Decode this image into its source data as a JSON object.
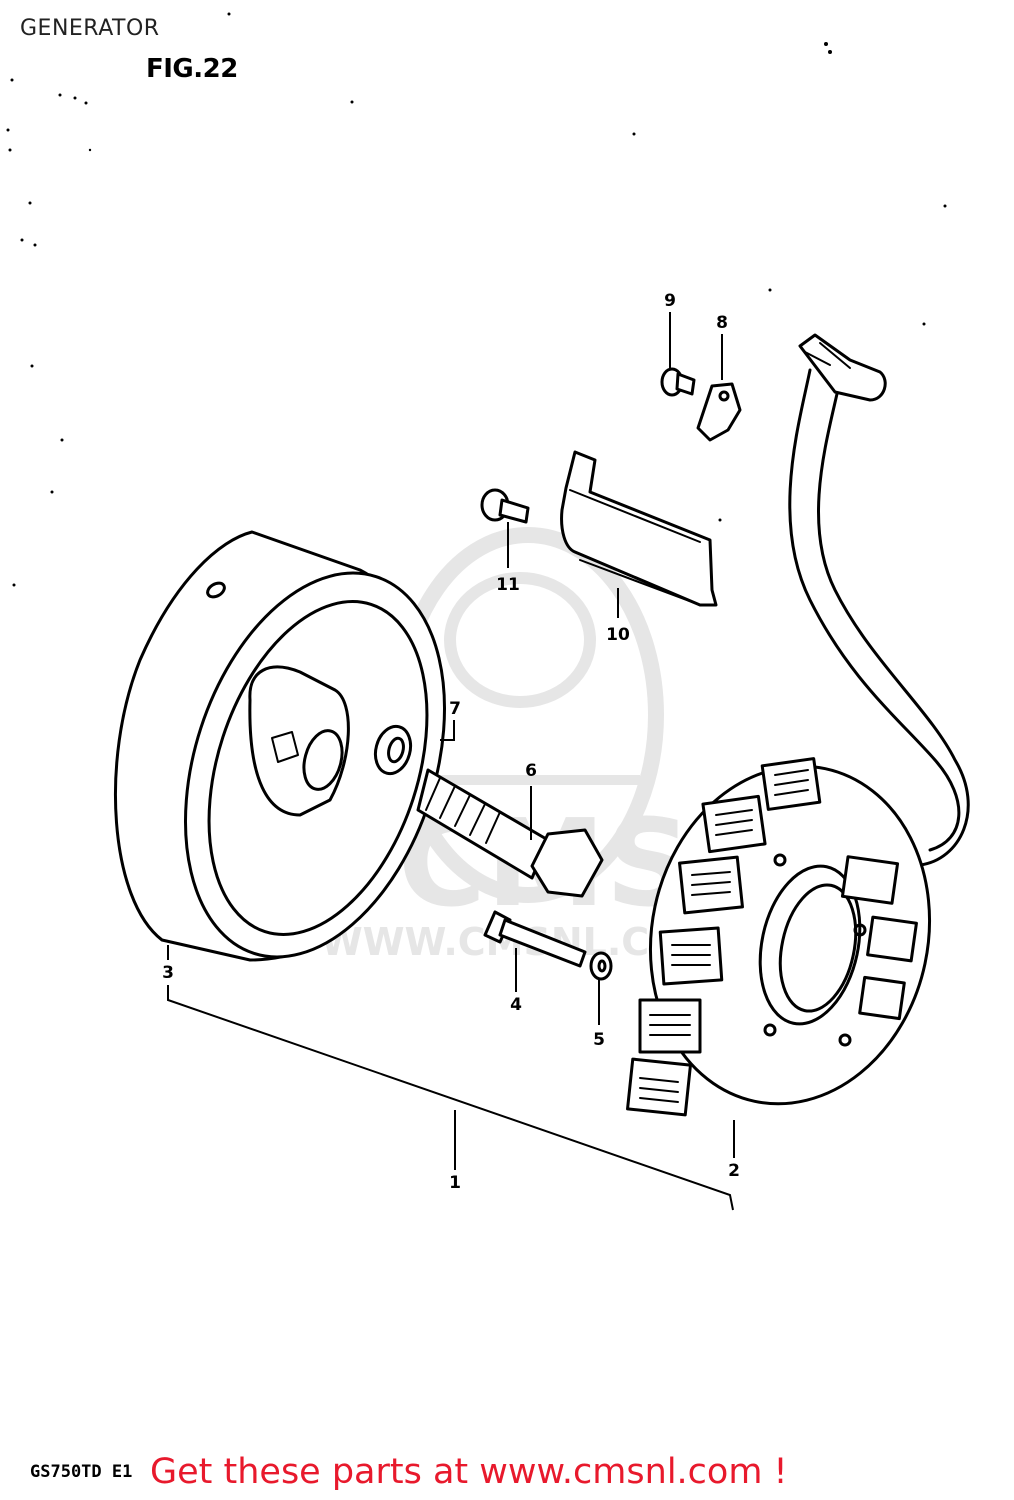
{
  "header": {
    "title": "GENERATOR",
    "figure_label": "FIG.22"
  },
  "footer": {
    "model_code": "GS750TD E1",
    "cta_text": "Get these parts at www.cmsnl.com !",
    "cta_color": "#e8192c"
  },
  "watermark": {
    "brand": "CMS",
    "url": "WWW.CMSNL.COM",
    "color": "#e6e6e6"
  },
  "callouts": [
    {
      "number": "1",
      "part": "generator-assy"
    },
    {
      "number": "2",
      "part": "stator"
    },
    {
      "number": "3",
      "part": "rotor"
    },
    {
      "number": "4",
      "part": "stator-screw"
    },
    {
      "number": "5",
      "part": "washer"
    },
    {
      "number": "6",
      "part": "rotor-bolt"
    },
    {
      "number": "7",
      "part": "washer"
    },
    {
      "number": "8",
      "part": "clamp"
    },
    {
      "number": "9",
      "part": "screw"
    },
    {
      "number": "10",
      "part": "lead-wire-cover"
    },
    {
      "number": "11",
      "part": "screw"
    }
  ]
}
